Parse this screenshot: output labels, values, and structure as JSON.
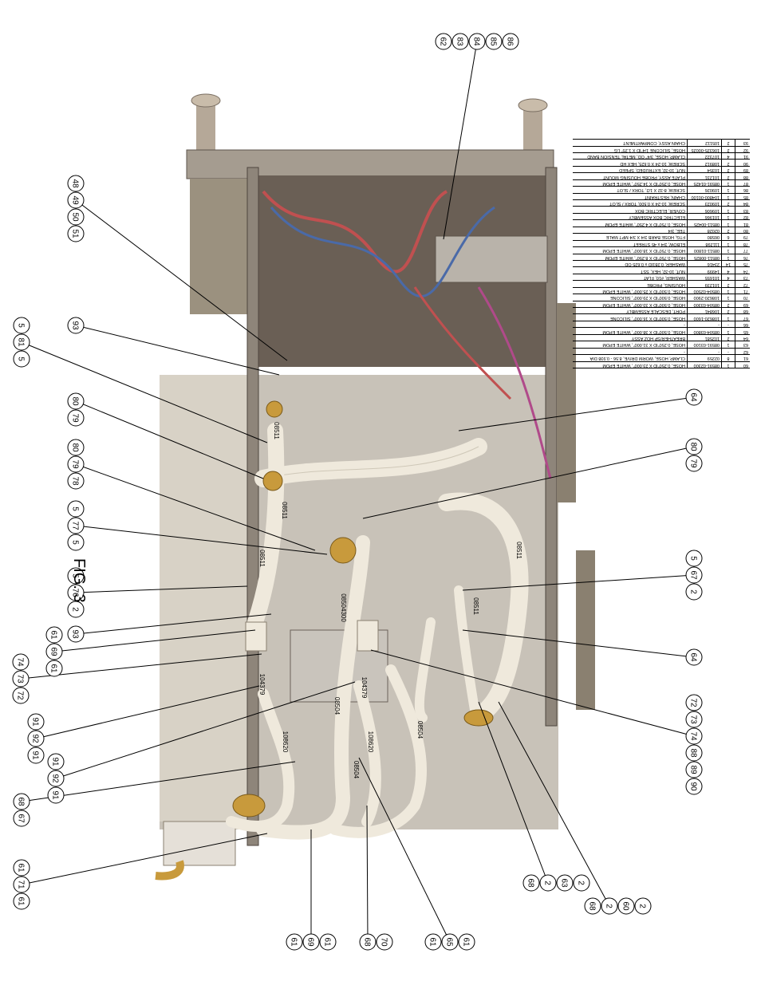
{
  "figure_label": "FIG. 3",
  "callout_groups": [
    {
      "labels": [
        "62",
        "83",
        "84",
        "85",
        "86"
      ]
    },
    {
      "labels": [
        "48",
        "49",
        "50",
        "51"
      ]
    },
    {
      "labels": [
        "93"
      ]
    },
    {
      "labels": [
        "5",
        "81",
        "5"
      ]
    },
    {
      "labels": [
        "80",
        "79"
      ]
    },
    {
      "labels": [
        "80",
        "79",
        "78"
      ]
    },
    {
      "labels": [
        "5",
        "77",
        "5"
      ]
    },
    {
      "labels": [
        "5",
        "76",
        "2"
      ]
    },
    {
      "labels": [
        "93"
      ]
    },
    {
      "labels": [
        "61",
        "69",
        "61"
      ]
    },
    {
      "labels": [
        "74",
        "73",
        "72"
      ]
    },
    {
      "labels": [
        "91",
        "92",
        "91"
      ]
    },
    {
      "labels": [
        "91",
        "92",
        "91"
      ]
    },
    {
      "labels": [
        "68",
        "67"
      ]
    },
    {
      "labels": [
        "61",
        "71",
        "61"
      ]
    },
    {
      "labels": [
        "61",
        "69",
        "61"
      ]
    },
    {
      "labels": [
        "68",
        "70"
      ]
    },
    {
      "labels": [
        "61",
        "65",
        "61"
      ]
    },
    {
      "labels": [
        "68",
        "2",
        "63",
        "2"
      ]
    },
    {
      "labels": [
        "68",
        "2",
        "60",
        "2"
      ]
    },
    {
      "labels": [
        "72",
        "73",
        "74",
        "88",
        "89",
        "90"
      ]
    },
    {
      "labels": [
        "64"
      ]
    },
    {
      "labels": [
        "5",
        "67",
        "2"
      ]
    },
    {
      "labels": [
        "80",
        "79"
      ]
    },
    {
      "labels": [
        "64"
      ]
    }
  ],
  "wire_labels": [
    "08511",
    "08511",
    "08511",
    "08511",
    "08511",
    "08504300",
    "104379",
    "104379",
    "08504",
    "08504",
    "108620",
    "108620",
    "08504"
  ],
  "parts_table": [
    {
      "item": "60",
      "qty": "1",
      "part": "08591-02300",
      "desc": "HOSE, 0.250\"ID X 23.000\", WHITE EPDM"
    },
    {
      "item": "61",
      "qty": "8",
      "part": "02259",
      "desc": "CLAMP, HOSE, WORM DRIVE, 8.56 - 0.938 DIA"
    },
    {
      "item": "62",
      "qty": "-",
      "part": "-",
      "desc": "-"
    },
    {
      "item": "63",
      "qty": "1",
      "part": "08591-03100",
      "desc": "HOSE, 0.250\"ID X 31.000\", WHITE EPDM"
    },
    {
      "item": "64",
      "qty": "2",
      "part": "102581",
      "desc": "BREATHER/SP HOZ ASSY"
    },
    {
      "item": "65",
      "qty": "1",
      "part": "08504-03800",
      "desc": "HOSE, 0.500\"ID X 38.000\", WHITE EPDM"
    },
    {
      "item": "66",
      "qty": "-",
      "part": "-",
      "desc": "-"
    },
    {
      "item": "67",
      "qty": "1",
      "part": "108620-1600",
      "desc": "HOSE, 0.500\"ID X 16.000\", SILICONE"
    },
    {
      "item": "68",
      "qty": "2",
      "part": "106841",
      "desc": "PORT, DESCALE ASSEMBLY"
    },
    {
      "item": "69",
      "qty": "2",
      "part": "08504-03300",
      "desc": "HOSE, 0.500\"ID X 33.000\", WHITE EPDM"
    },
    {
      "item": "70",
      "qty": "1",
      "part": "108620-2900",
      "desc": "HOSE, 0.500\"ID X 29.000\", SILICONE"
    },
    {
      "item": "71",
      "qty": "1",
      "part": "08504-02500",
      "desc": "HOSE, 0.500\"ID X 25.000\", WHITE EPDM"
    },
    {
      "item": "72",
      "qty": "2",
      "part": "101239",
      "desc": "HOUSING, PROBE"
    },
    {
      "item": "73",
      "qty": "4",
      "part": "101655",
      "desc": "WASHER, #10, FLAT"
    },
    {
      "item": "74",
      "qty": "4",
      "part": "14999",
      "desc": "NUT, 10-32, HEX, SST"
    },
    {
      "item": "75",
      "qty": "14",
      "part": "23416",
      "desc": "WASHER, 0.281ID x 0.625 OD"
    },
    {
      "item": "76",
      "qty": "1",
      "part": "08511-00825",
      "desc": "HOSE, 0.750\"ID X 8.250\", WHITE EPDM"
    },
    {
      "item": "77",
      "qty": "1",
      "part": "08511-01800",
      "desc": "HOSE, 0.750\"ID X 18.000\", WHITE EPDM"
    },
    {
      "item": "78",
      "qty": "1",
      "part": "111298",
      "desc": "ELBOW, 3/4 x 45 STREET"
    },
    {
      "item": "79",
      "qty": "6",
      "part": "06580",
      "desc": "FTG, HOSE BARB 3/4 X 3/4 MPT MALE"
    },
    {
      "item": "80",
      "qty": "2",
      "part": "02028",
      "desc": "TEE, 3/4"
    },
    {
      "item": "81",
      "qty": "1",
      "part": "08511-00425",
      "desc": "HOSE, 0.750\"ID X 4.250\", WHITE EPDM"
    },
    {
      "item": "82",
      "qty": "1",
      "part": "101966",
      "desc": "ELECTRIC BOX ASSEMBLY"
    },
    {
      "item": "83",
      "qty": "1",
      "part": "109606",
      "desc": "COVER, ELECTRIC BOX"
    },
    {
      "item": "84",
      "qty": "2",
      "part": "109023",
      "desc": "SCREW, 10-24 X 0.500, TORX / SLOT"
    },
    {
      "item": "85",
      "qty": "1",
      "part": "104800-00100",
      "desc": "CHAIN, RESTRAINT"
    },
    {
      "item": "86",
      "qty": "1",
      "part": "109026",
      "desc": "SCREW, 8-32 X 1/2, TORX / SLOT"
    },
    {
      "item": "87",
      "qty": "1",
      "part": "08591-01425",
      "desc": "HOSE, 0.250\"ID X 14.250\", WHITE EPDM"
    },
    {
      "item": "88",
      "qty": "2",
      "part": "101231",
      "desc": "PLATE ASSY, PROBE HOUSING MOUNT"
    },
    {
      "item": "89",
      "qty": "2",
      "part": "10354",
      "desc": "NUT, 10-32, EXTRUDED, SPEED"
    },
    {
      "item": "90",
      "qty": "2",
      "part": "108912",
      "desc": "SCREW, 10-24 X 0.625, HEX HD"
    },
    {
      "item": "91",
      "qty": "4",
      "part": "107322",
      "desc": "CLAMP, HOSE, 3/4\" OD, METAL TENSION BAND"
    },
    {
      "item": "92",
      "qty": "2",
      "part": "106325-00025",
      "desc": "HOSE, SILICONE 1/4\"ID X 1.25\" LG"
    },
    {
      "item": "93",
      "qty": "2",
      "part": "105112",
      "desc": "CHAIN ASSY, COMPARTMENT"
    }
  ]
}
